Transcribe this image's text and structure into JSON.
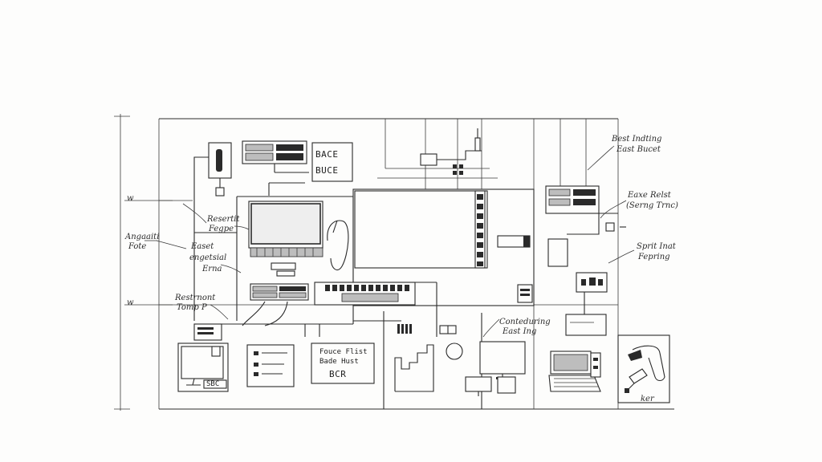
{
  "annotations": {
    "top_right": [
      "Best Indting",
      "East Bucet"
    ],
    "mid_right": [
      "Eaxe Relst",
      "(Serng Trnc)"
    ],
    "lower_right": [
      "Sprit Inat",
      "Fepring"
    ],
    "left_outer": [
      "Angaaiti",
      "Fote"
    ],
    "left_a": [
      "Resertit",
      "Fegpe"
    ],
    "left_b": [
      "Easet",
      "engetsial",
      "Erna"
    ],
    "left_c": [
      "Restrnont",
      "Tomp P"
    ],
    "center_bottom": [
      "Conteduring",
      "East Ing"
    ],
    "axis_w1": "w",
    "axis_w2": "w",
    "bottom_right": "ker"
  },
  "boxes": {
    "top_box": [
      "BACE",
      "BUCE"
    ],
    "bottom_box": [
      "Fouce Flist",
      "Bade Hust",
      "BCR"
    ],
    "monitor_label": "SBC"
  },
  "colors": {
    "ink": "#2a2a2a",
    "paper": "#fdfdfc"
  }
}
